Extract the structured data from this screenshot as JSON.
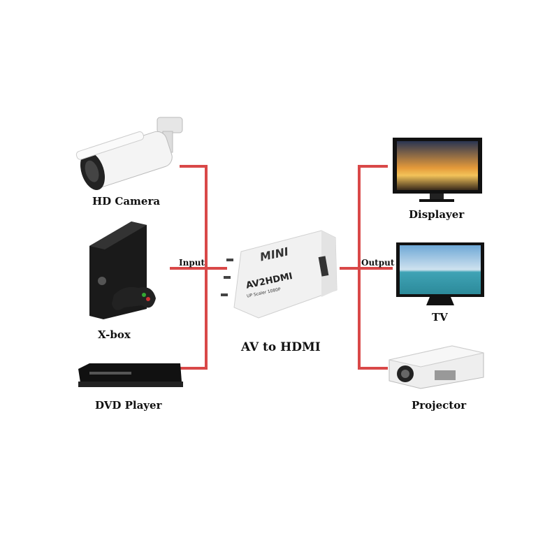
{
  "center": {
    "title": "AV to HDMI",
    "brand": "MINI",
    "model": "AV2HDMI",
    "subtitle": "UP Scaler 1080P"
  },
  "labels": {
    "input": "Input",
    "output": "Output"
  },
  "inputs": [
    {
      "name": "HD Camera"
    },
    {
      "name": "X-box"
    },
    {
      "name": "DVD Player"
    }
  ],
  "outputs": [
    {
      "name": "Displayer"
    },
    {
      "name": "TV"
    },
    {
      "name": "Projector"
    }
  ],
  "colors": {
    "wire": "#d94848"
  }
}
